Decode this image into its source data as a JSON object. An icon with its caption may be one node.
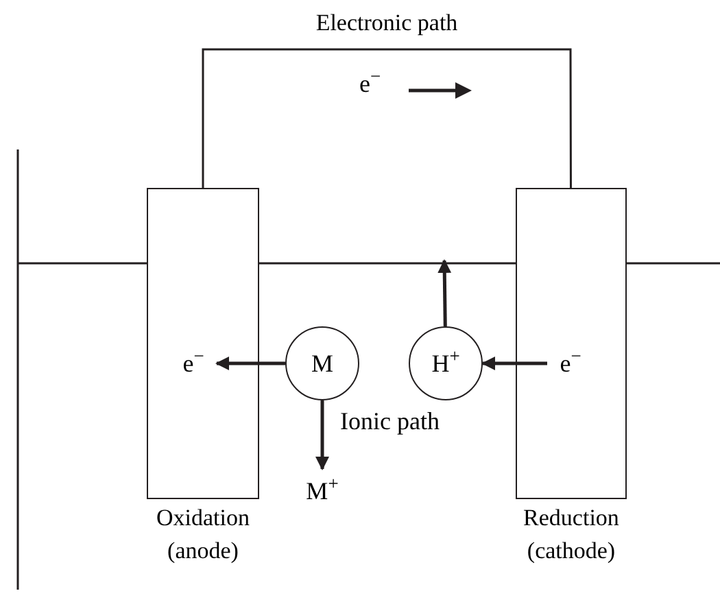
{
  "diagram": {
    "nodes": [
      {
        "text": [
          "Oxidation (anode)"
        ]
      },
      {
        "text": [
          "Reduction (cathode)"
        ]
      },
      {
        "text": [
          "M"
        ]
      },
      {
        "text": [
          "H$^{+}$"
        ]
      },
      {
        "text": [
          "e$^{−}$"
        ],
        "in": 0
      },
      {
        "text": [
          "M$^{+}$"
        ]
      },
      {
        "text": [
          "e$^{−}$"
        ],
        "in": 1
      }
    ],
    "edges": [
      {
        "from": 0,
        "to": 1,
        "arrow": "none",
        "label": "Electronic path"
      },
      {
        "from": 2,
        "to": 4,
        "arrow": "to"
      },
      {
        "from": 2,
        "to": 5,
        "arrow": "to"
      },
      {
        "from": 6,
        "to": 3,
        "arrow": "to"
      },
      {
        "from": 3,
        "to": null,
        "arrow": "to"
      }
    ],
    "labels": [
      "e$^{−}$",
      "Ionic path"
    ]
  }
}
